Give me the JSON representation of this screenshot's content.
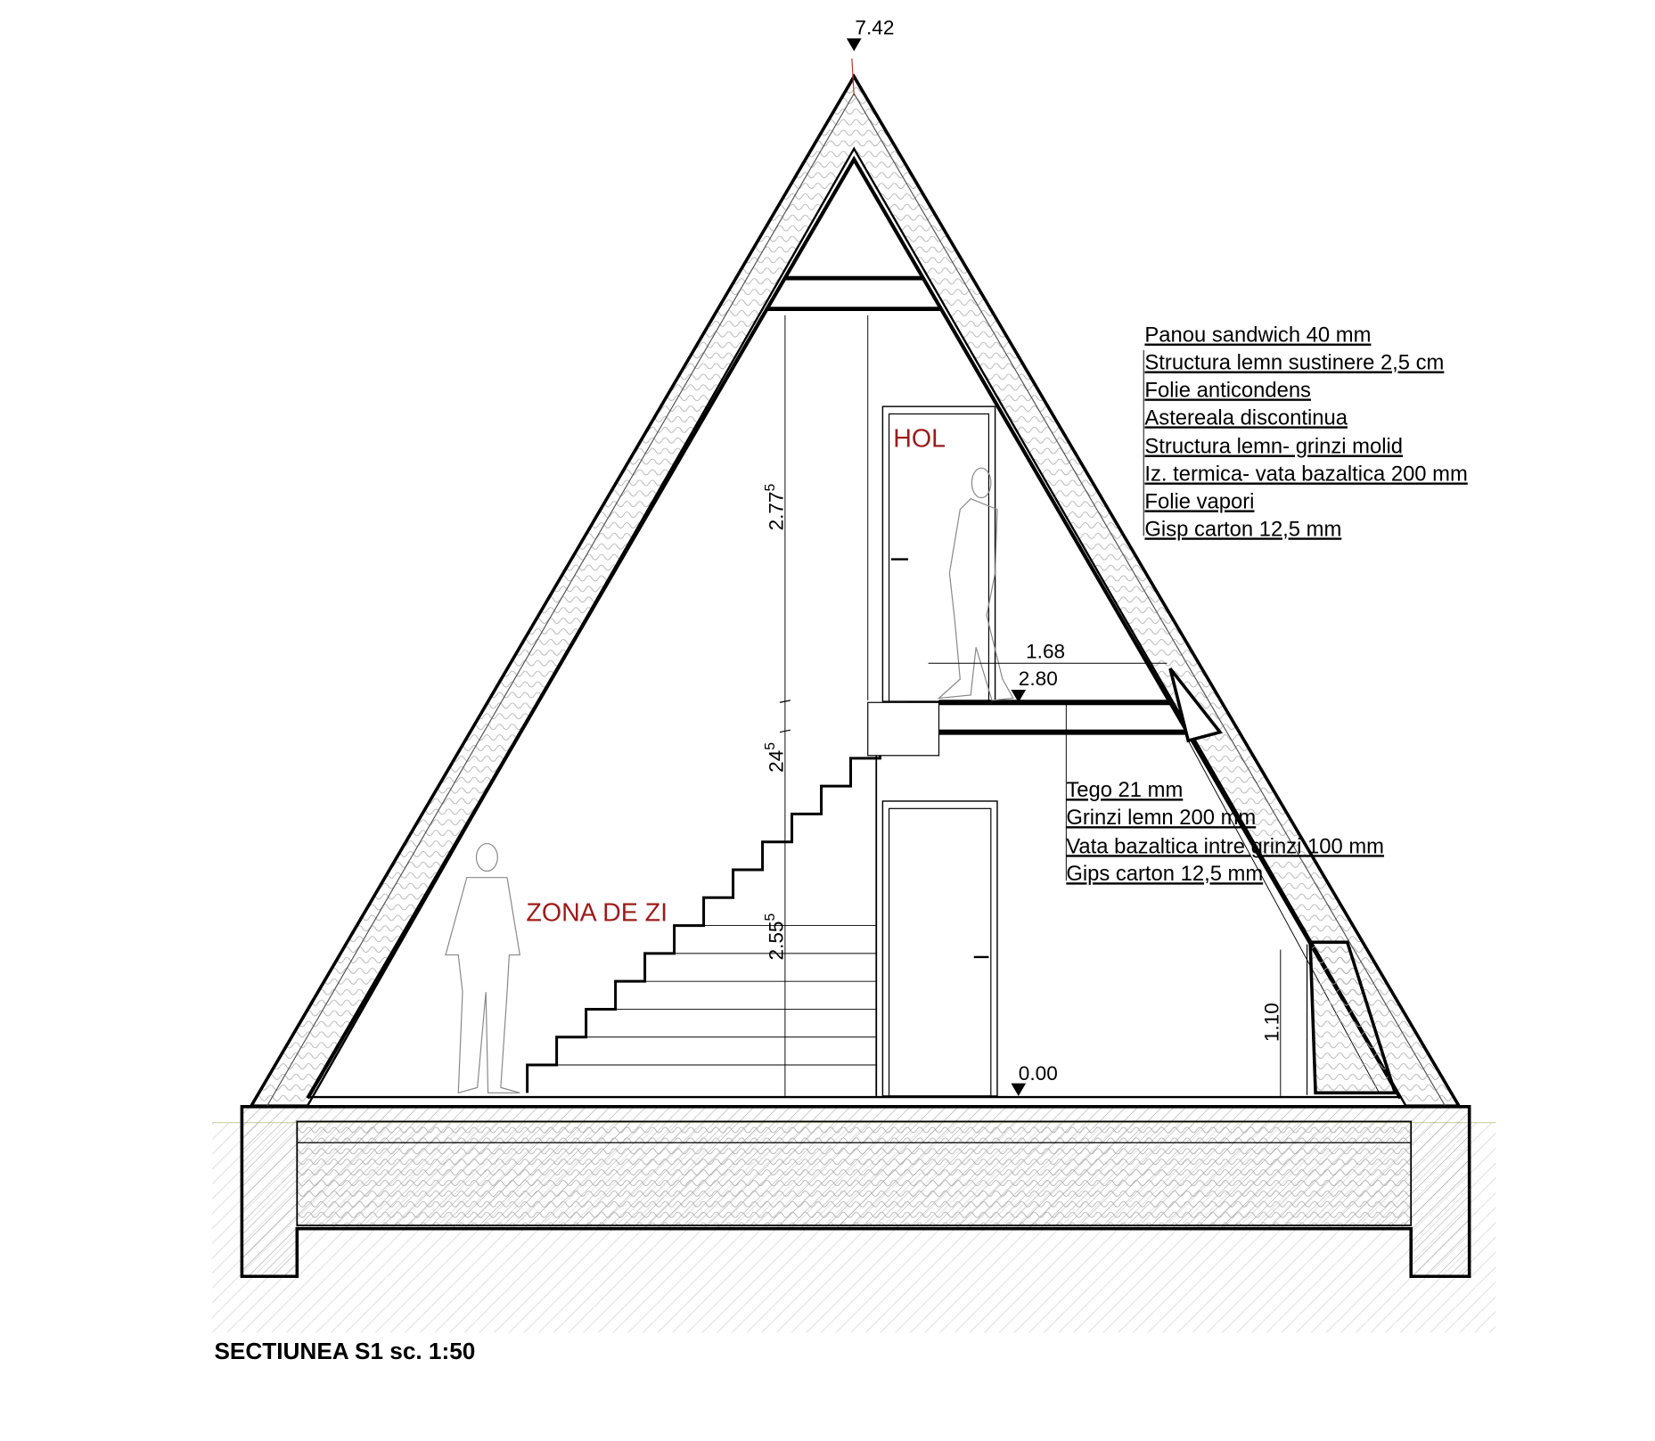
{
  "drawing": {
    "title": "SECTIUNEA S1 sc. 1:50",
    "rooms": {
      "hol": "HOL",
      "zona_de_zi": "ZONA DE ZI"
    },
    "levels": {
      "ridge": "7.42",
      "mezzanine": "2.80",
      "ground": "0.00"
    },
    "dimensions": {
      "upper_height_base": "2.77",
      "upper_height_sup": "5",
      "slab_base": "24",
      "slab_sup": "5",
      "lower_height_base": "2.55",
      "lower_height_sup": "5",
      "mezzanine_width": "1.68",
      "knee_wall": "1.10"
    },
    "roof_layers": [
      "Panou sandwich 40 mm",
      "Structura lemn sustinere 2,5 cm",
      "Folie anticondens",
      "Astereala discontinua",
      "Structura lemn- grinzi molid",
      "Iz. termica- vata bazaltica 200 mm",
      "Folie vapori",
      "Gisp carton 12,5 mm"
    ],
    "floor_layers": [
      "Tego 21 mm",
      "Grinzi lemn 200 mm",
      "Vata bazaltica intre grinzi 100 mm",
      "Gips carton 12,5 mm"
    ],
    "colors": {
      "line": "#000000",
      "room_label": "#9b1b1b",
      "hatch": "#bbbbbb"
    }
  }
}
